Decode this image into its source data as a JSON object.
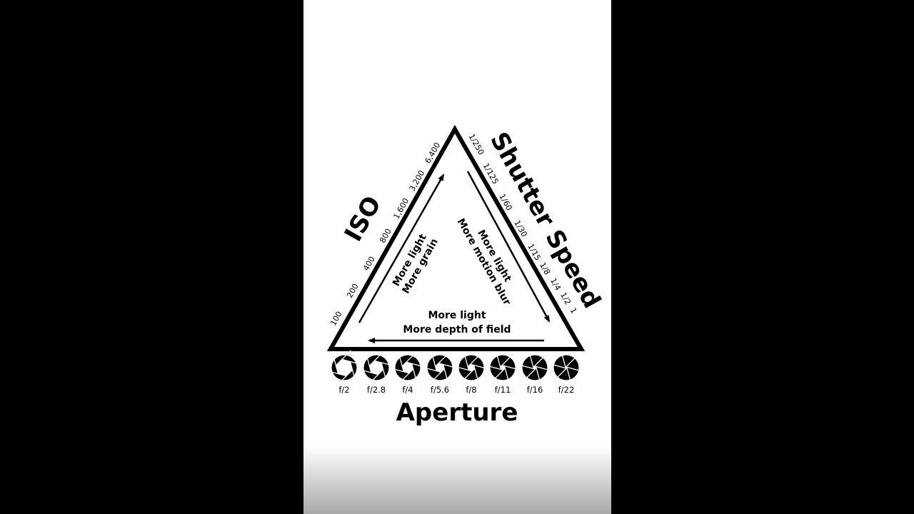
{
  "diagram": {
    "iso": {
      "title": "ISO",
      "values": [
        "100",
        "200",
        "400",
        "800",
        "1,600",
        "3,200",
        "6,400"
      ],
      "note": [
        "More light",
        "More grain"
      ]
    },
    "shutter": {
      "title": "Shutter Speed",
      "values": [
        "1/250",
        "1/125",
        "1/60",
        "1/30",
        "1/15",
        "1/8",
        "1/4",
        "1/2",
        "1"
      ],
      "note": [
        "More light",
        "More motion blur"
      ]
    },
    "aperture": {
      "title": "Aperture",
      "values": [
        "f/2",
        "f/2.8",
        "f/4",
        "f/5.6",
        "f/8",
        "f/11",
        "f/16",
        "f/22"
      ],
      "note": [
        "More light",
        "More depth of field"
      ]
    },
    "colors": {
      "ink": "#000000",
      "paper": "#ffffff",
      "letterbox": "#000000"
    }
  }
}
